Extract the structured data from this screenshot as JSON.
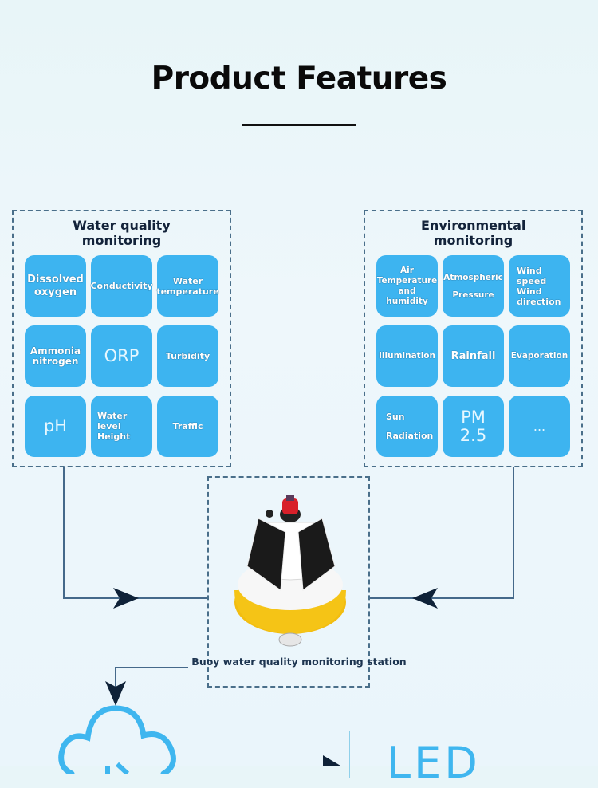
{
  "header": {
    "title": "Product Features"
  },
  "water_quality": {
    "title": "Water quality monitoring",
    "items": [
      "Dissolved oxygen",
      "Conductivity",
      "Water temperature",
      "Ammonia nitrogen",
      "ORP",
      "Turbidity",
      "pH",
      "Water level Height",
      "Traffic"
    ]
  },
  "environmental": {
    "title": "Environmental monitoring",
    "items": [
      "Air Temperature and humidity",
      "Atmospheric Pressure",
      "Wind speed Wind direction",
      "Illumination",
      "Rainfall",
      "Evaporation",
      "Sun Radiation",
      "PM 2.5",
      "..."
    ]
  },
  "station": {
    "caption": "Buoy water quality monitoring station"
  },
  "display": {
    "label": "LED"
  },
  "colors": {
    "tile": "#3db4f0",
    "border": "#4a6f8a",
    "arrow": "#0f2238",
    "cloud": "#3fb6ef"
  }
}
